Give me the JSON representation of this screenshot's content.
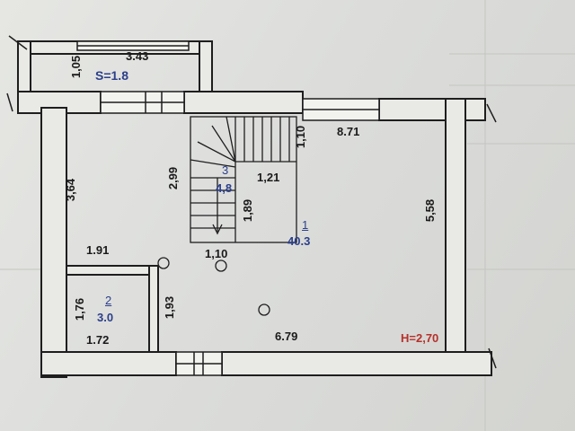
{
  "annex": {
    "width": "3.43",
    "height": "1,05",
    "area": "S=1.8"
  },
  "main_room": {
    "number": "1",
    "area": "40.3",
    "width_top": "8.71",
    "width_bottom": "6.79",
    "height_right": "5,58",
    "height_left": "3,64",
    "ceiling": "H=2,70"
  },
  "stair": {
    "number": "3",
    "area": "4,8",
    "width": "1,21",
    "length": "1,89",
    "top_gap": "1,10",
    "left_len": "2,99",
    "bottom_gap": "1,10"
  },
  "bathroom": {
    "number": "2",
    "area": "3.0",
    "width": "1.72",
    "height": "1,76",
    "top_len": "1.91",
    "right_len": "1,93"
  },
  "colors": {
    "area_text": "#2c3f8a",
    "height_text": "#b5312b",
    "line": "#1e1e1e"
  }
}
